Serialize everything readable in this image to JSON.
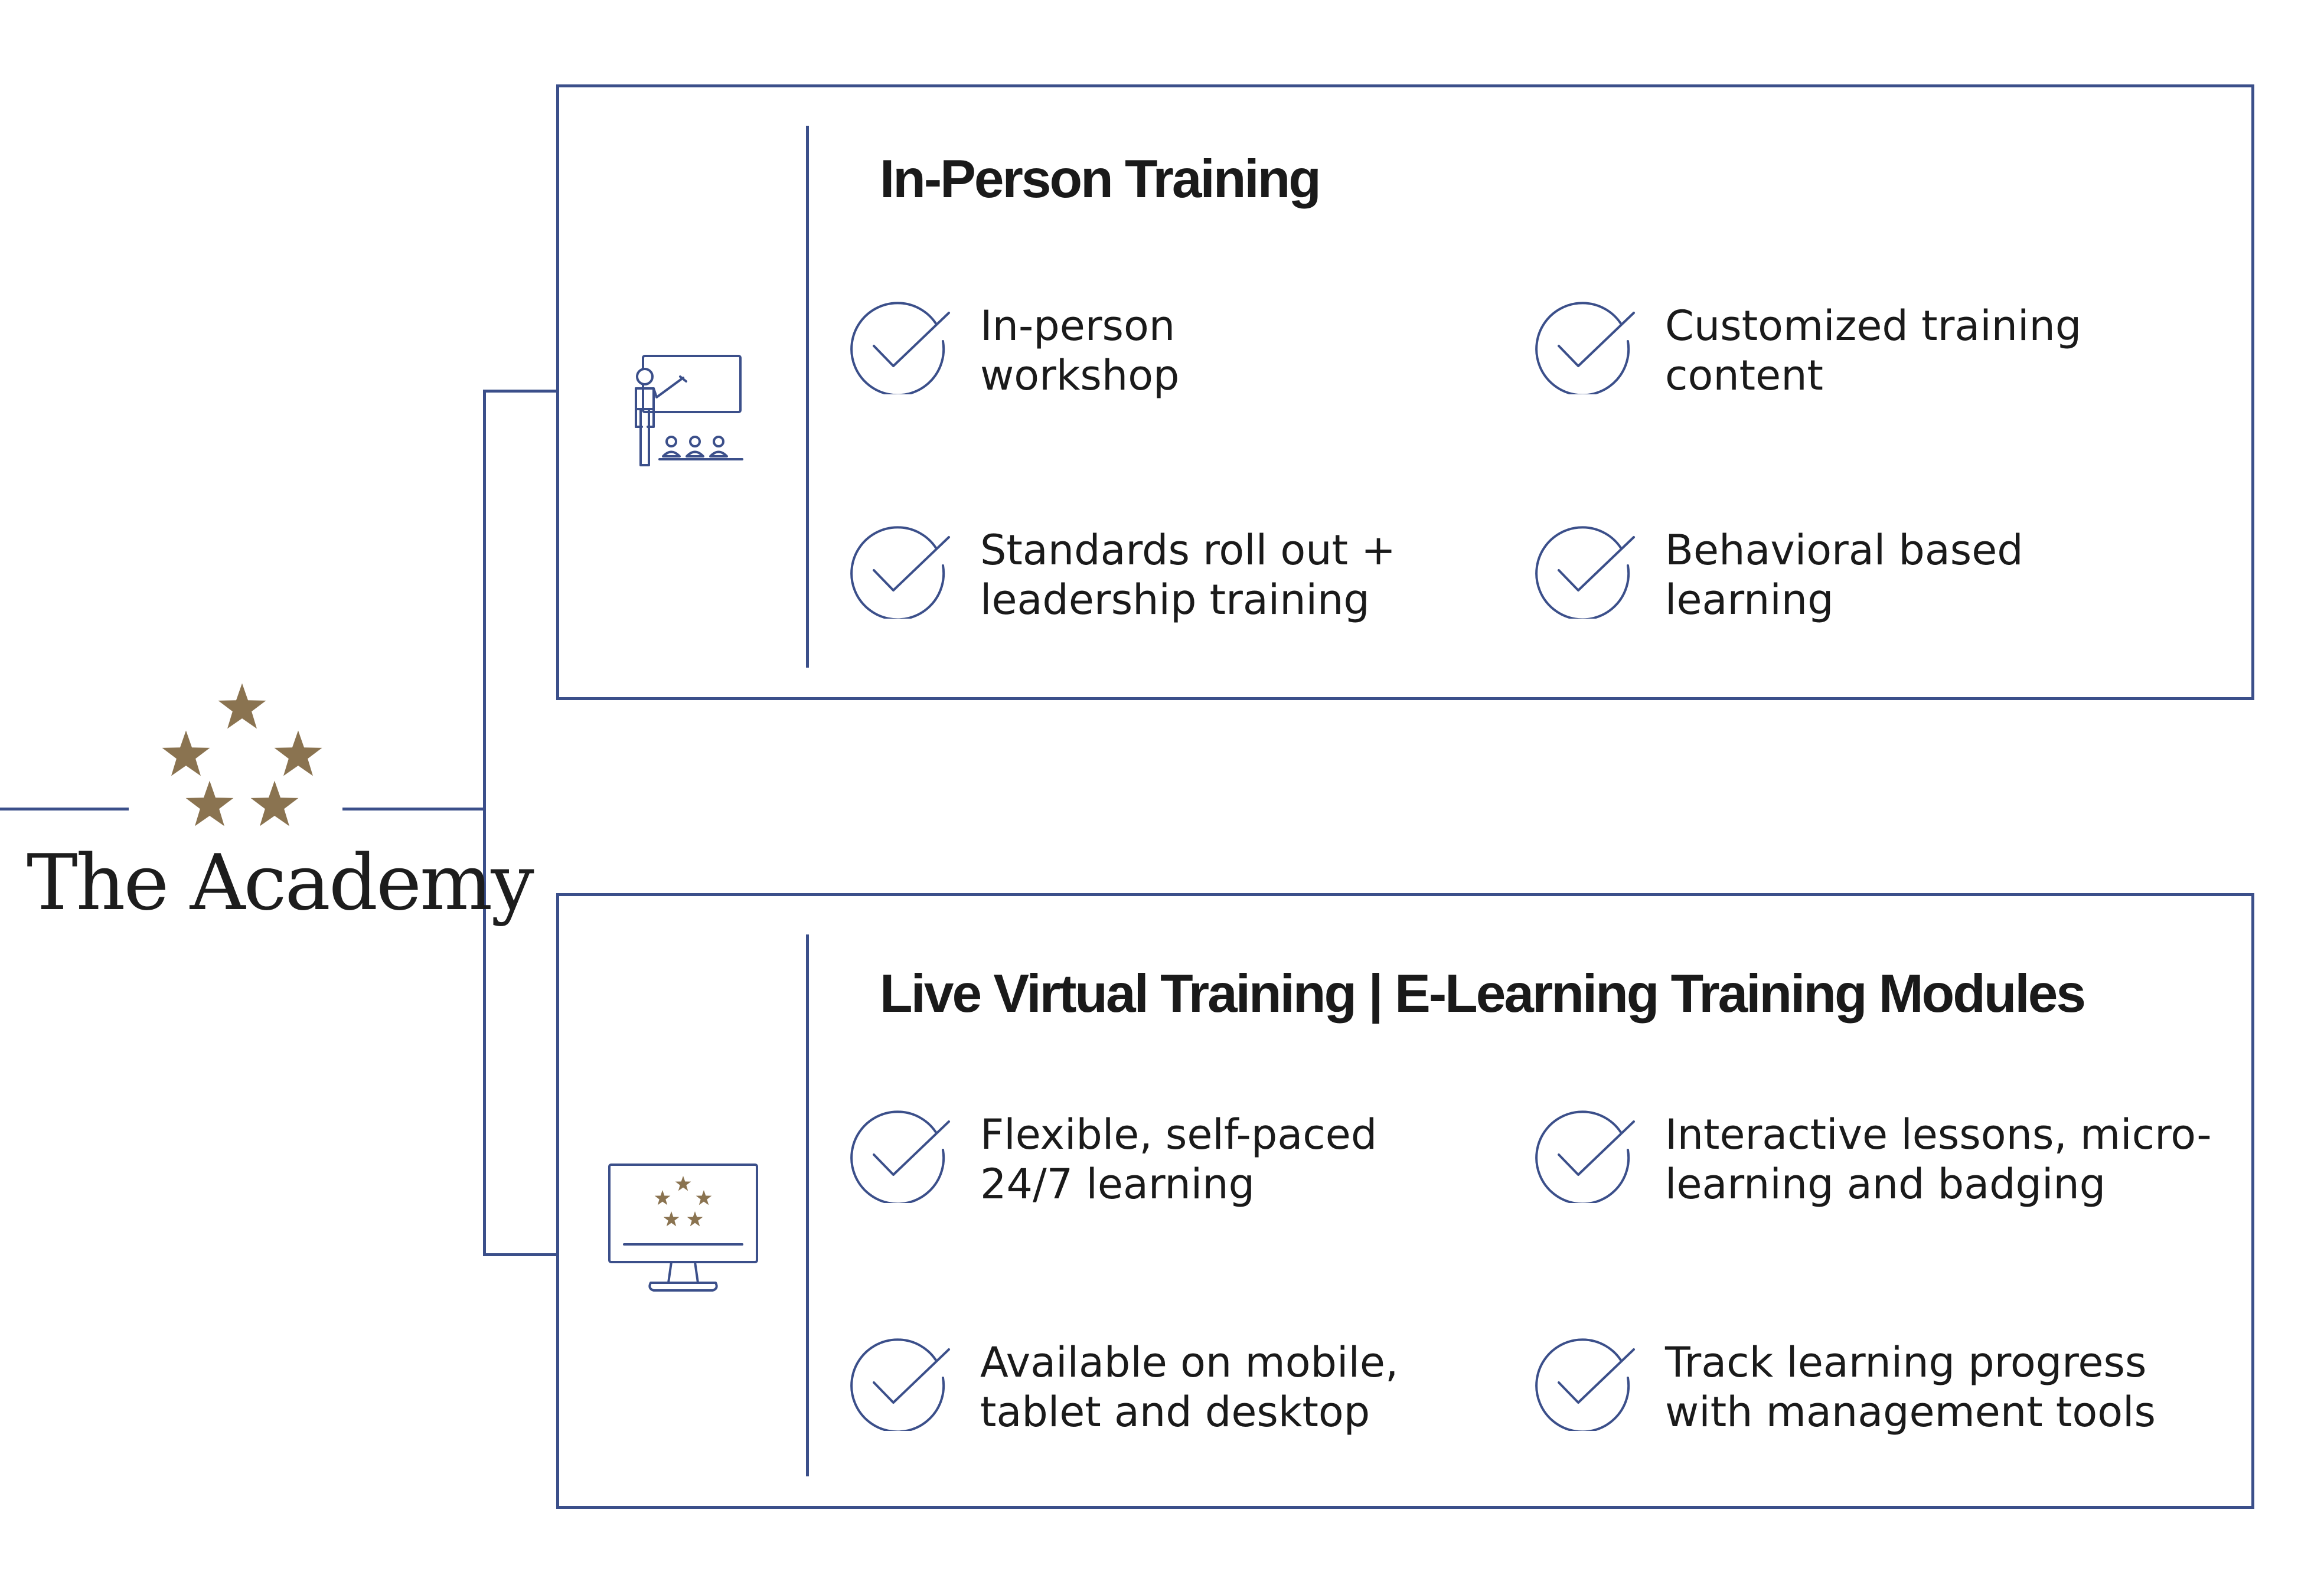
{
  "colors": {
    "accent": "#3b4f8a",
    "gold": "#8a7350",
    "text": "#1a1a1a"
  },
  "brand": {
    "name": "The Academy",
    "logo_icon": "five-stars-icon"
  },
  "cards": [
    {
      "title": "In-Person Training",
      "icon": "trainer-presentation-icon",
      "features": [
        {
          "line1": "In-person",
          "line2": "workshop"
        },
        {
          "line1": "Customized training",
          "line2": "content"
        },
        {
          "line1": "Standards roll out +",
          "line2": "leadership training"
        },
        {
          "line1": "Behavioral based",
          "line2": "learning"
        }
      ]
    },
    {
      "title": "Live Virtual Training | E-Learning Training Modules",
      "icon": "monitor-stars-icon",
      "features": [
        {
          "line1": "Flexible, self-paced",
          "line2": "24/7 learning"
        },
        {
          "line1": "Interactive lessons, micro-",
          "line2": "learning and badging"
        },
        {
          "line1": "Available on mobile,",
          "line2": "tablet and desktop"
        },
        {
          "line1": "Track learning progress",
          "line2": "with management tools"
        }
      ]
    }
  ]
}
